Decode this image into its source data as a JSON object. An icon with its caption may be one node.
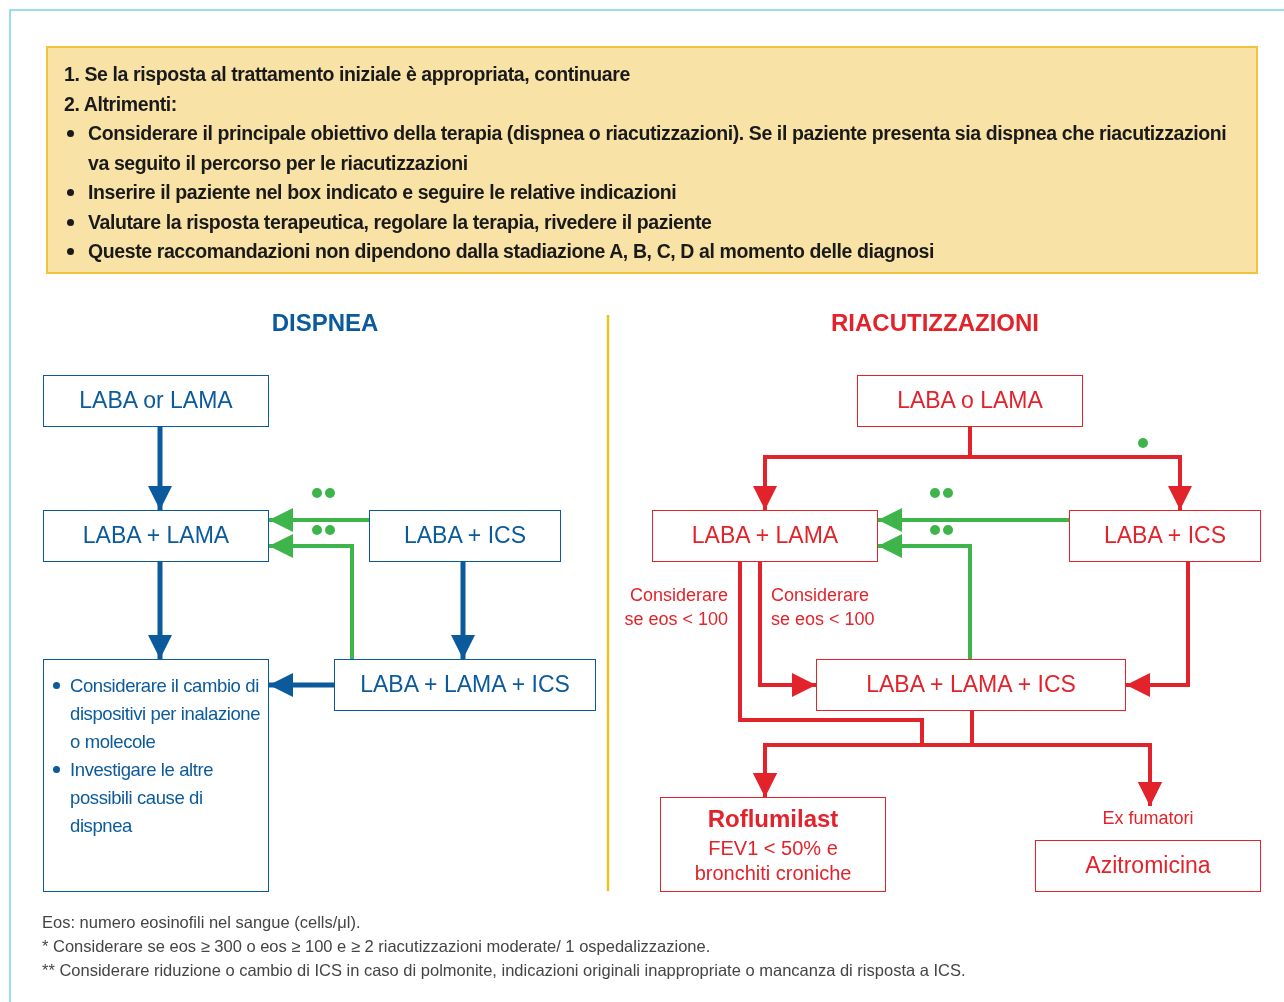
{
  "diagram": {
    "nodes": [
      {
        "text": [
          "1. Se la risposta al trattamento iniziale è appropriata, continuare",
          "2. Altrimenti:",
          "Considerare il principale obiettivo della terapia (dispnea o riacutizzazioni). Se il paziente presenta sia dispnea che riacutizzazioni va seguito il percorso per le riacutizzazioni",
          "Inserire il paziente nel box indicato e seguire le relative indicazioni",
          "Valutare la risposta terapeutica, regolare la terapia, rivedere il paziente",
          "Queste raccomandazioni non dipendono dalla stadiazione A, B, C, D al momento delle diagnosi"
        ]
      },
      {
        "text": [
          "LABA or LAMA"
        ]
      },
      {
        "text": [
          "LABA + LAMA"
        ]
      },
      {
        "text": [
          "LABA + ICS"
        ]
      },
      {
        "text": [
          "Considerare il cambio di dispositivi per inalazione o molecole",
          "Investigare le altre possibili cause di dispnea"
        ]
      },
      {
        "text": [
          "LABA + LAMA + ICS"
        ]
      },
      {
        "text": [
          "LABA o LAMA"
        ]
      },
      {
        "text": [
          "LABA + LAMA"
        ]
      },
      {
        "text": [
          "LABA + ICS"
        ]
      },
      {
        "text": [
          "LABA + LAMA + ICS"
        ]
      },
      {
        "text": [
          "Roflumilast",
          "FEV1 <  50% e bronchiti croniche"
        ]
      },
      {
        "text": [
          "Azitromicina"
        ],
        "beside": [
          "Ex fumatori"
        ]
      }
    ],
    "edges": [
      {
        "from": 1,
        "to": 2,
        "arrow": "to",
        "color": "#0a5a9c"
      },
      {
        "from": 2,
        "to": 4,
        "arrow": "to",
        "color": "#0a5a9c"
      },
      {
        "from": 3,
        "to": 5,
        "arrow": "to",
        "color": "#0a5a9c"
      },
      {
        "from": 5,
        "to": 4,
        "arrow": "to",
        "color": "#0a5a9c"
      },
      {
        "from": 3,
        "to": 2,
        "arrow": "to",
        "color": "#3db54a"
      },
      {
        "from": 5,
        "to": 2,
        "arrow": "to",
        "color": "#3db54a"
      },
      {
        "from": 6,
        "to": 7,
        "arrow": "to"
      },
      {
        "from": 6,
        "to": 8,
        "arrow": "to"
      },
      {
        "from": 8,
        "to": 7,
        "arrow": "to",
        "color": "#3db54a"
      },
      {
        "from": 9,
        "to": 7,
        "arrow": "to",
        "color": "#3db54a"
      },
      {
        "from": 7,
        "to": 9,
        "arrow": "to",
        "label": "Considerare se eos < 100"
      },
      {
        "from": 8,
        "to": 9,
        "arrow": "to"
      },
      {
        "from": 7,
        "to": 10,
        "arrow": "to",
        "label": "Considerare se eos < 100"
      },
      {
        "from": 7,
        "to": 11,
        "arrow": "to"
      },
      {
        "from": 9,
        "to": 10,
        "arrow": "to"
      },
      {
        "from": 9,
        "to": 11,
        "arrow": "to"
      }
    ],
    "labels": [
      "DISPNEA",
      "RIACUTIZZAZIONI",
      "Eos: numero eosinofili nel sangue (cells/μl).",
      "* Considerare se eos ≥ 300 o eos ≥ 100 e ≥ 2 riacutizzazioni moderate/ 1 ospedalizzazione.",
      "** Considerare riduzione o cambio di ICS in caso di polmonite, indicazioni originali inappropriate o mancanza di risposta a ICS."
    ]
  }
}
